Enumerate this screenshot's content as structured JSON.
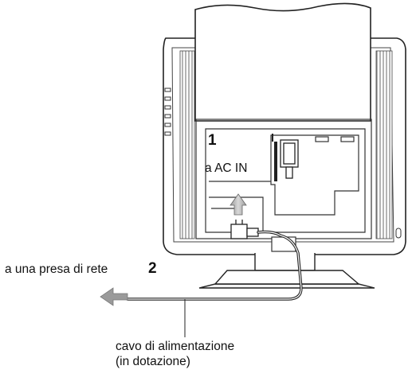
{
  "labels": {
    "step1_number": "1",
    "step1_text": "a AC IN",
    "step2_text": "a una presa di rete",
    "step2_number": "2",
    "cable_line1": "cavo di alimentazione",
    "cable_line2": "(in dotazione)"
  }
}
